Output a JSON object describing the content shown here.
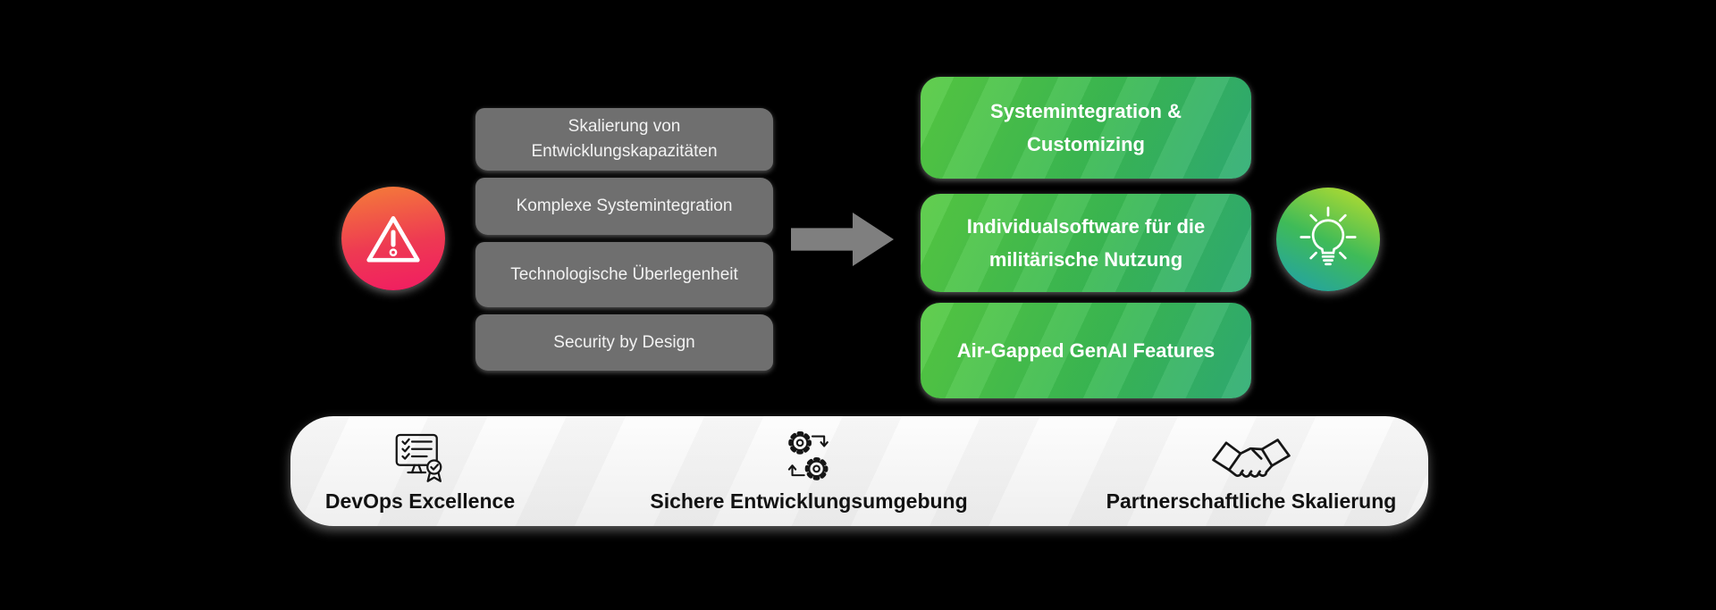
{
  "colors": {
    "background": "#000000",
    "gray-box": "#6f6f6f",
    "gray-box-text": "#f2f2f2",
    "green-a": "#56ca42",
    "green-b": "#2fad74",
    "green-box-text": "#ffffff",
    "red-a": "#f4793a",
    "red-b": "#f11b63",
    "lime-a": "#b8dd2e",
    "lime-b": "#1f9fae",
    "arrow": "#7f7f7f",
    "bar-bg": "#efefef",
    "bar-text": "#121212"
  },
  "challenges": {
    "icon": "warning-icon",
    "items": [
      {
        "label": "Skalierung von Entwicklungskapazitäten"
      },
      {
        "label": "Komplexe Systemintegration"
      },
      {
        "label": "Technologische Überlegenheit"
      },
      {
        "label": "Security by Design"
      }
    ]
  },
  "solutions": {
    "icon": "lightbulb-icon",
    "items": [
      {
        "label": "Systemintegration & Customizing"
      },
      {
        "label": "Individualsoftware für die militärische Nutzung"
      },
      {
        "label": "Air-Gapped GenAI Features"
      }
    ]
  },
  "foundation": {
    "items": [
      {
        "icon": "devops-monitor-icon",
        "label": "DevOps Excellence"
      },
      {
        "icon": "gears-cycle-icon",
        "label": "Sichere Entwicklungsumgebung"
      },
      {
        "icon": "handshake-icon",
        "label": "Partnerschaftliche Skalierung"
      }
    ]
  }
}
